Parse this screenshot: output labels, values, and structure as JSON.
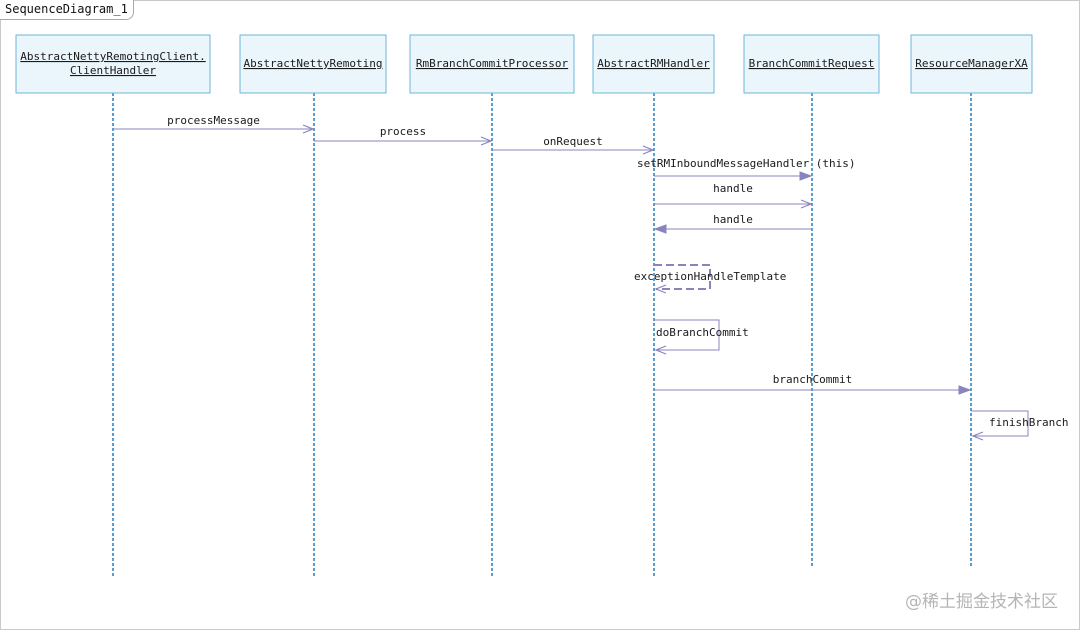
{
  "diagram": {
    "title": "SequenceDiagram_1",
    "participants": [
      {
        "lines": [
          "AbstractNettyRemotingClient.",
          "ClientHandler"
        ]
      },
      {
        "lines": [
          "AbstractNettyRemoting"
        ]
      },
      {
        "lines": [
          "RmBranchCommitProcessor"
        ]
      },
      {
        "lines": [
          "AbstractRMHandler"
        ]
      },
      {
        "lines": [
          "BranchCommitRequest"
        ]
      },
      {
        "lines": [
          "ResourceManagerXA"
        ]
      }
    ],
    "messages": [
      {
        "label": "processMessage",
        "from": 0,
        "to": 1,
        "kind": "open"
      },
      {
        "label": "process",
        "from": 1,
        "to": 2,
        "kind": "open"
      },
      {
        "label": "onRequest",
        "from": 2,
        "to": 3,
        "kind": "open"
      },
      {
        "label": "setRMInboundMessageHandler (this)",
        "from": 3,
        "to": 4,
        "kind": "filled"
      },
      {
        "label": "handle",
        "from": 3,
        "to": 4,
        "kind": "open"
      },
      {
        "label": "handle",
        "from": 4,
        "to": 3,
        "kind": "filled"
      },
      {
        "label": "exceptionHandleTemplate",
        "from": 3,
        "to": 3,
        "kind": "self-dashed"
      },
      {
        "label": "doBranchCommit",
        "from": 3,
        "to": 3,
        "kind": "self"
      },
      {
        "label": "branchCommit",
        "from": 3,
        "to": 5,
        "kind": "filled"
      },
      {
        "label": "finishBranch",
        "from": 5,
        "to": 5,
        "kind": "self"
      }
    ]
  },
  "watermark": "@稀土掘金技术社区",
  "colors": {
    "box_fill": "#eaf6fb",
    "box_border": "#6fb6d8",
    "lifeline": "#2f86c8",
    "arrow": "#8a84bd"
  }
}
